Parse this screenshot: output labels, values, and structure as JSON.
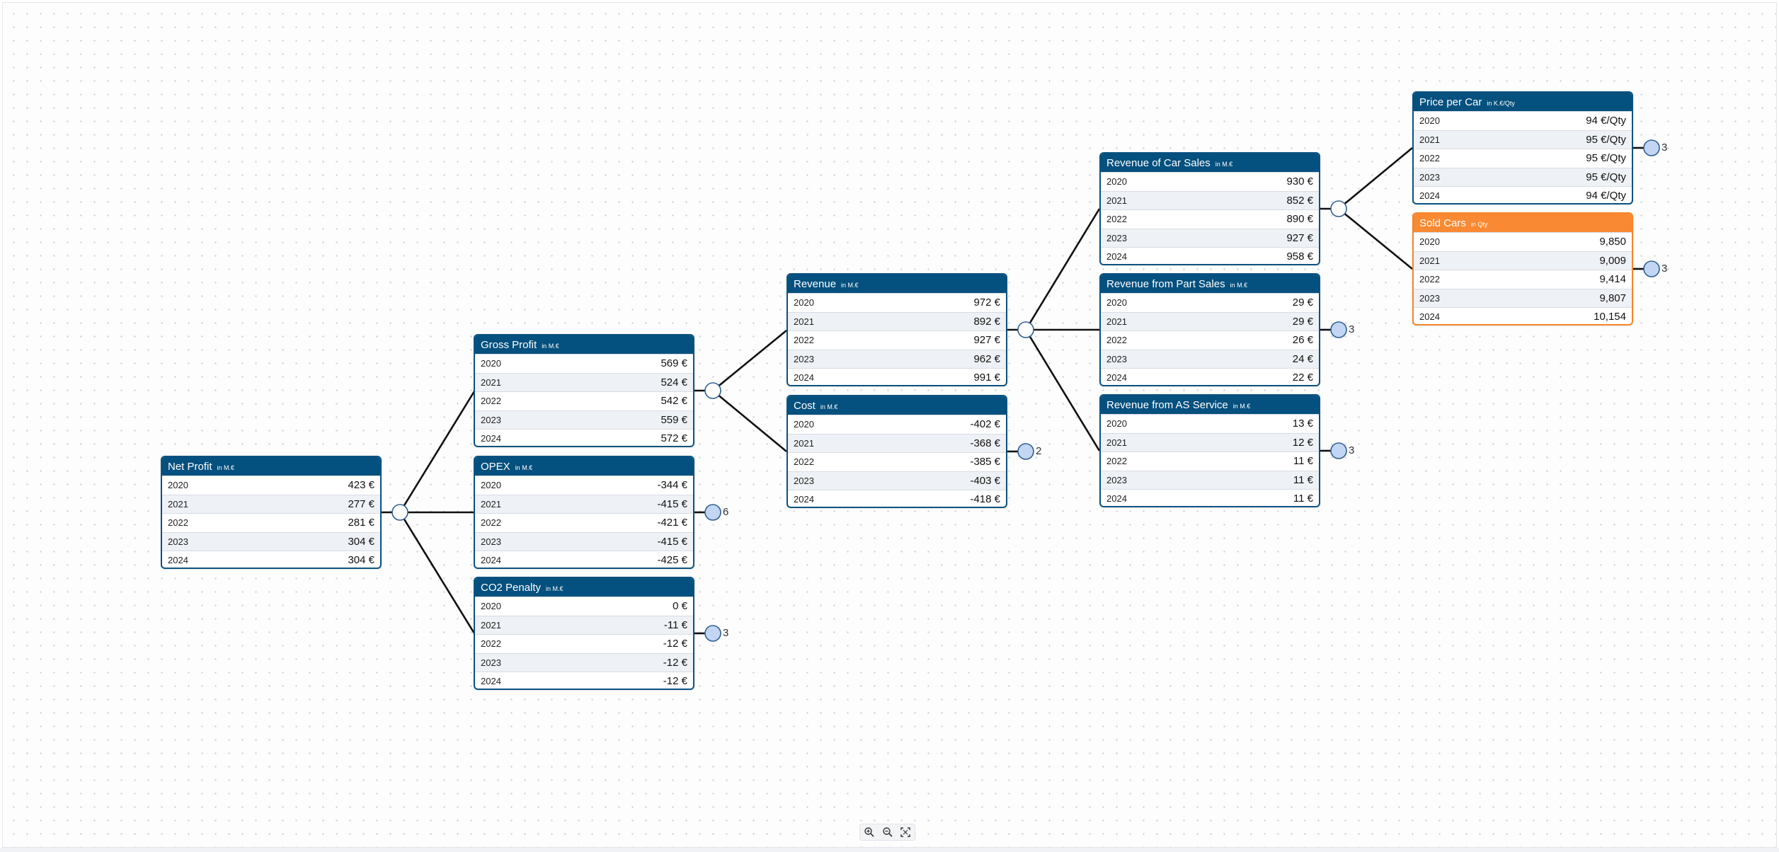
{
  "nodes": {
    "net_profit": {
      "title": "Net Profit",
      "unit": "in M.€",
      "rows": [
        {
          "year": "2020",
          "value": "423 €"
        },
        {
          "year": "2021",
          "value": "277 €"
        },
        {
          "year": "2022",
          "value": "281 €"
        },
        {
          "year": "2023",
          "value": "304 €"
        },
        {
          "year": "2024",
          "value": "304 €"
        }
      ]
    },
    "gross_profit": {
      "title": "Gross Profit",
      "unit": "in M.€",
      "rows": [
        {
          "year": "2020",
          "value": "569 €"
        },
        {
          "year": "2021",
          "value": "524 €"
        },
        {
          "year": "2022",
          "value": "542 €"
        },
        {
          "year": "2023",
          "value": "559 €"
        },
        {
          "year": "2024",
          "value": "572 €"
        }
      ]
    },
    "opex": {
      "title": "OPEX",
      "unit": "in M.€",
      "rows": [
        {
          "year": "2020",
          "value": "-344 €"
        },
        {
          "year": "2021",
          "value": "-415 €"
        },
        {
          "year": "2022",
          "value": "-421 €"
        },
        {
          "year": "2023",
          "value": "-415 €"
        },
        {
          "year": "2024",
          "value": "-425 €"
        }
      ],
      "collapsed_count": "6"
    },
    "co2_penalty": {
      "title": "CO2 Penalty",
      "unit": "in M.€",
      "rows": [
        {
          "year": "2020",
          "value": "0 €"
        },
        {
          "year": "2021",
          "value": "-11 €"
        },
        {
          "year": "2022",
          "value": "-12 €"
        },
        {
          "year": "2023",
          "value": "-12 €"
        },
        {
          "year": "2024",
          "value": "-12 €"
        }
      ],
      "collapsed_count": "3"
    },
    "revenue": {
      "title": "Revenue",
      "unit": "in M.€",
      "rows": [
        {
          "year": "2020",
          "value": "972 €"
        },
        {
          "year": "2021",
          "value": "892 €"
        },
        {
          "year": "2022",
          "value": "927 €"
        },
        {
          "year": "2023",
          "value": "962 €"
        },
        {
          "year": "2024",
          "value": "991 €"
        }
      ]
    },
    "cost": {
      "title": "Cost",
      "unit": "in M.€",
      "rows": [
        {
          "year": "2020",
          "value": "-402 €"
        },
        {
          "year": "2021",
          "value": "-368 €"
        },
        {
          "year": "2022",
          "value": "-385 €"
        },
        {
          "year": "2023",
          "value": "-403 €"
        },
        {
          "year": "2024",
          "value": "-418 €"
        }
      ],
      "collapsed_count": "2"
    },
    "revenue_car_sales": {
      "title": "Revenue of Car Sales",
      "unit": "in M.€",
      "rows": [
        {
          "year": "2020",
          "value": "930 €"
        },
        {
          "year": "2021",
          "value": "852 €"
        },
        {
          "year": "2022",
          "value": "890 €"
        },
        {
          "year": "2023",
          "value": "927 €"
        },
        {
          "year": "2024",
          "value": "958 €"
        }
      ]
    },
    "revenue_part_sales": {
      "title": "Revenue from Part Sales",
      "unit": "in M.€",
      "rows": [
        {
          "year": "2020",
          "value": "29 €"
        },
        {
          "year": "2021",
          "value": "29 €"
        },
        {
          "year": "2022",
          "value": "26 €"
        },
        {
          "year": "2023",
          "value": "24 €"
        },
        {
          "year": "2024",
          "value": "22 €"
        }
      ],
      "collapsed_count": "3"
    },
    "revenue_as_service": {
      "title": "Revenue from AS Service",
      "unit": "in M.€",
      "rows": [
        {
          "year": "2020",
          "value": "13 €"
        },
        {
          "year": "2021",
          "value": "12 €"
        },
        {
          "year": "2022",
          "value": "11 €"
        },
        {
          "year": "2023",
          "value": "11 €"
        },
        {
          "year": "2024",
          "value": "11 €"
        }
      ],
      "collapsed_count": "3"
    },
    "price_per_car": {
      "title": "Price per Car",
      "unit": "in K.€/Qty",
      "rows": [
        {
          "year": "2020",
          "value": "94 €/Qty"
        },
        {
          "year": "2021",
          "value": "95 €/Qty"
        },
        {
          "year": "2022",
          "value": "95 €/Qty"
        },
        {
          "year": "2023",
          "value": "95 €/Qty"
        },
        {
          "year": "2024",
          "value": "94 €/Qty"
        }
      ],
      "collapsed_count": "3"
    },
    "sold_cars": {
      "title": "Sold Cars",
      "unit": "in Qty",
      "rows": [
        {
          "year": "2020",
          "value": "9,850"
        },
        {
          "year": "2021",
          "value": "9,009"
        },
        {
          "year": "2022",
          "value": "9,414"
        },
        {
          "year": "2023",
          "value": "9,807"
        },
        {
          "year": "2024",
          "value": "10,154"
        }
      ],
      "collapsed_count": "3"
    }
  },
  "toolbar": {
    "zoom_in_icon": "zoom-in-icon",
    "zoom_out_icon": "zoom-out-icon",
    "fit_icon": "fit-screen-icon"
  },
  "colors": {
    "header": "#04507e",
    "highlight": "#f98a33",
    "connector_fill": "#c2d6f4",
    "connector_stroke": "#2f5f8f"
  }
}
